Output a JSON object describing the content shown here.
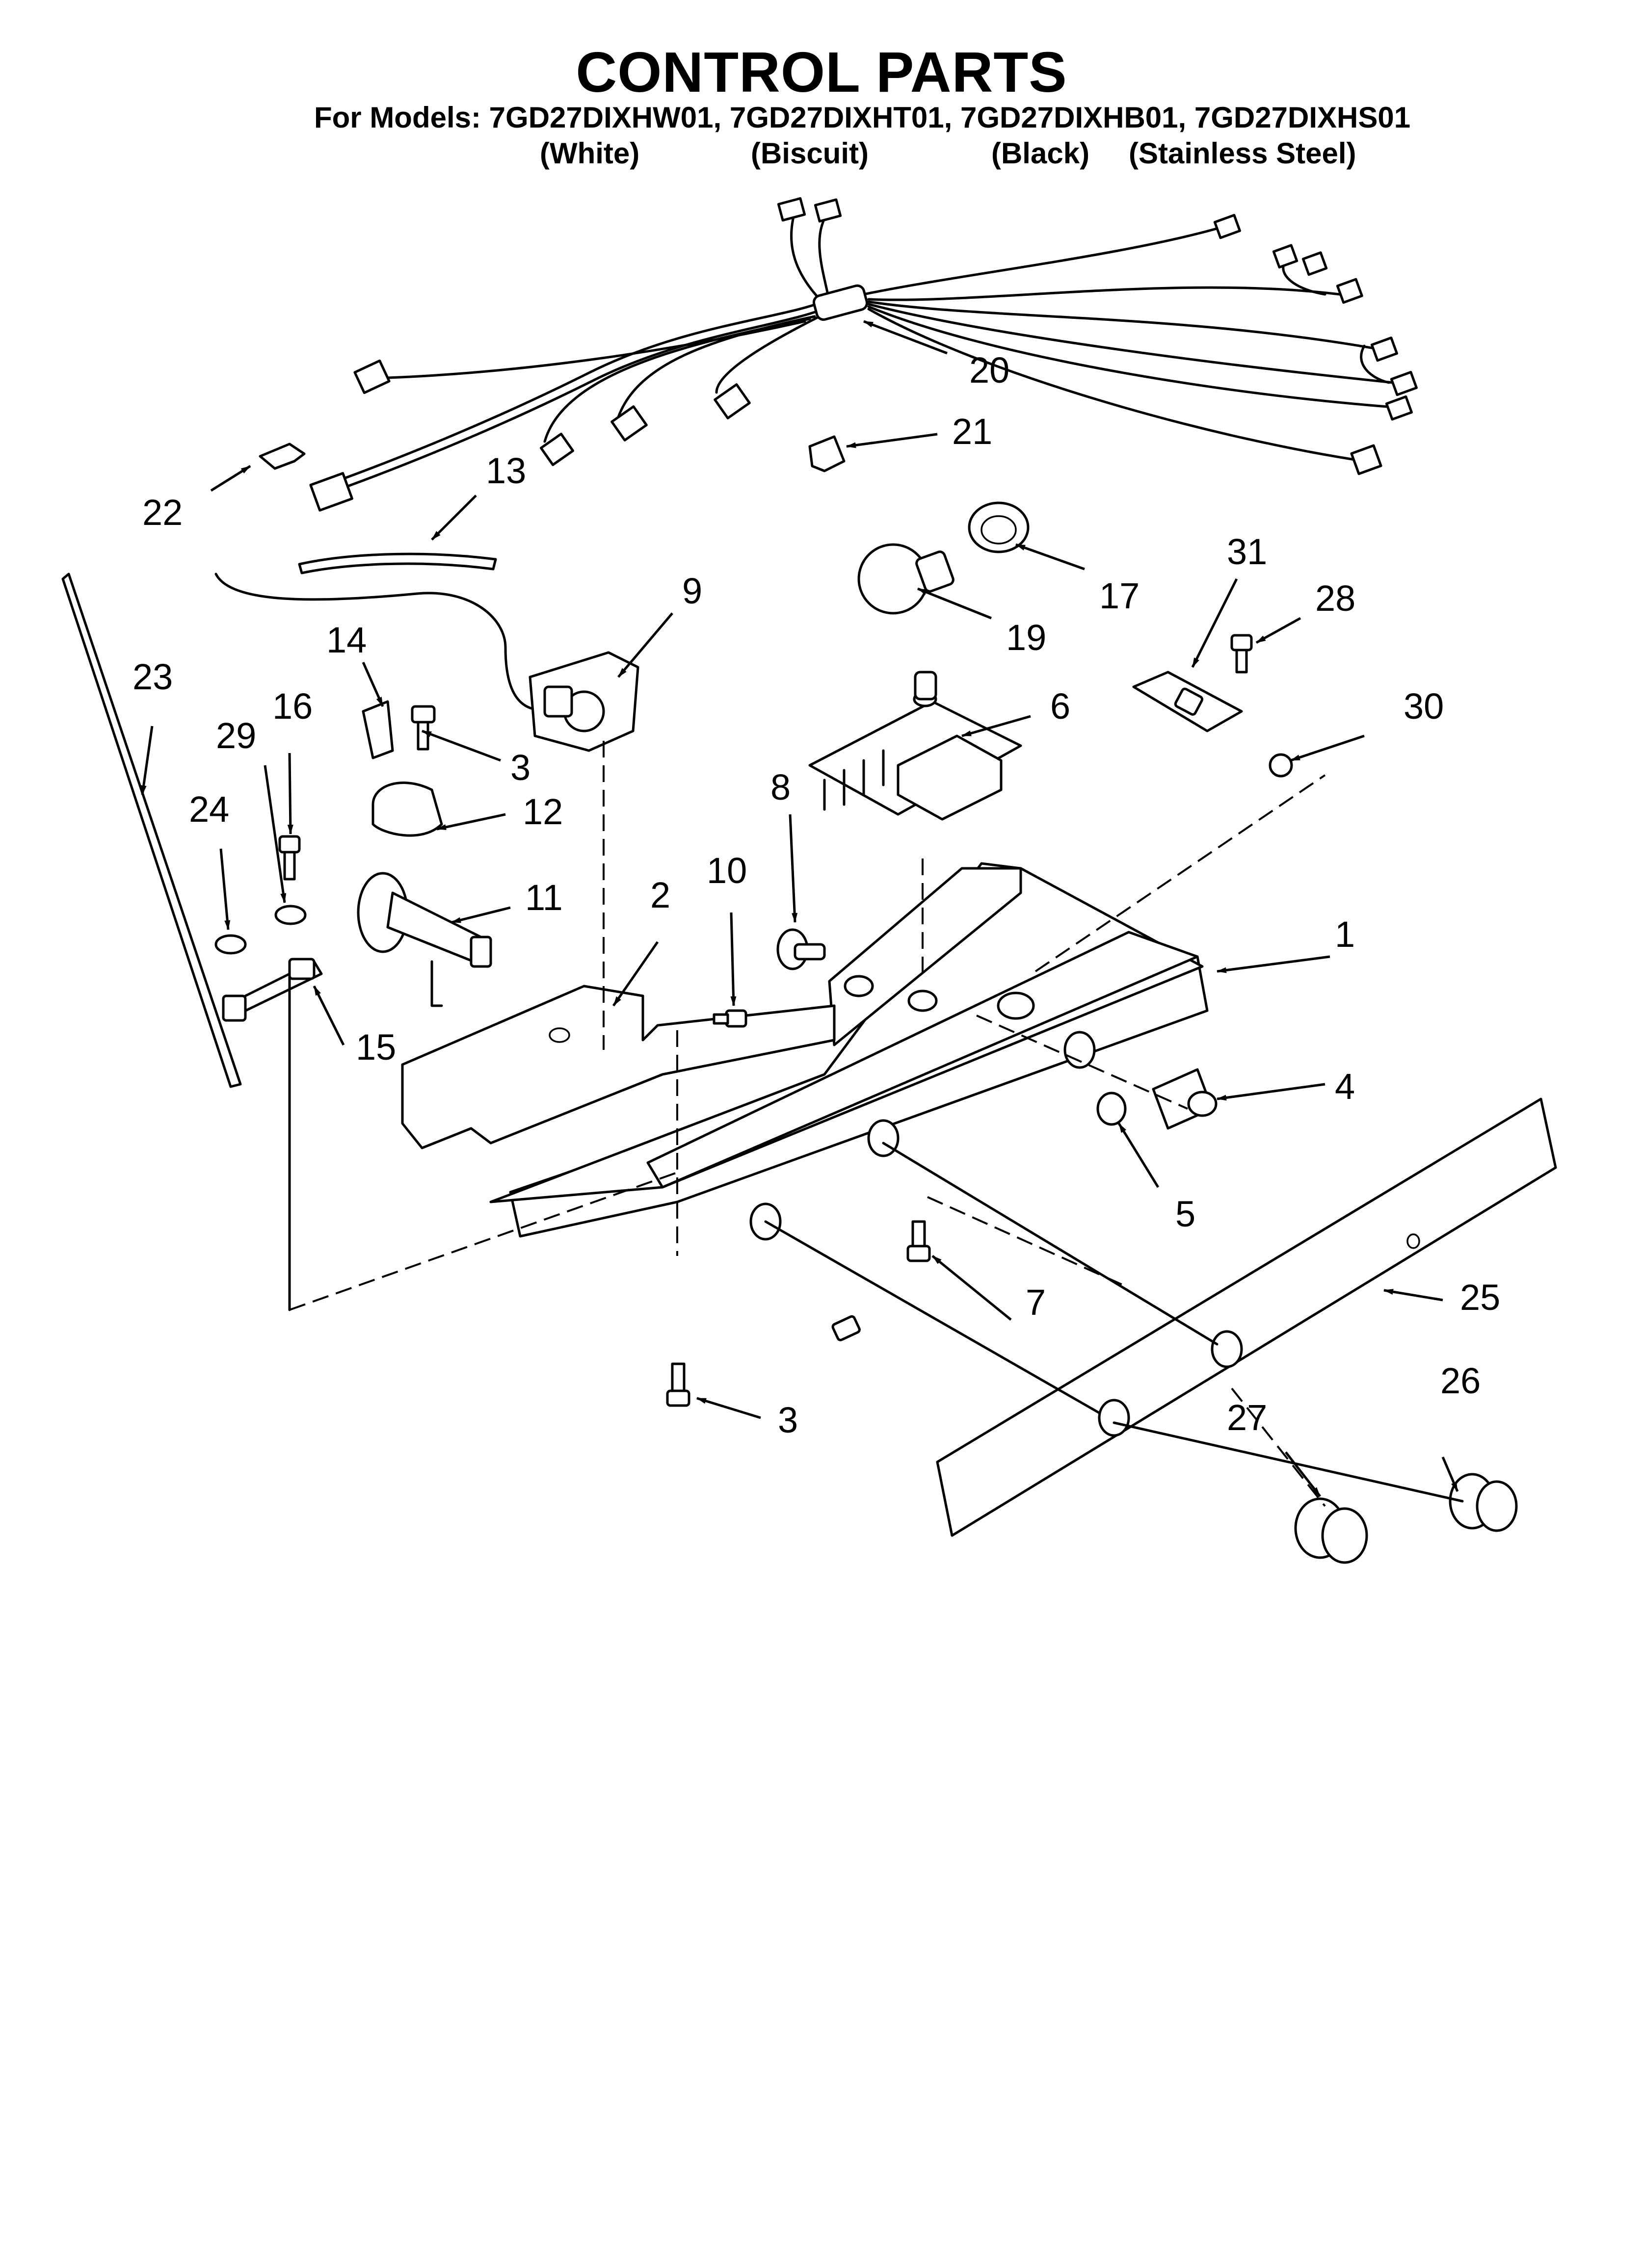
{
  "header": {
    "title": "CONTROL PARTS",
    "models_line": "For Models: 7GD27DIXHW01, 7GD27DIXHT01, 7GD27DIXHB01, 7GD27DIXHS01",
    "variants": [
      "(White)",
      "(Biscuit)",
      "(Black)",
      "(Stainless Steel)"
    ]
  },
  "callouts": {
    "c1": "1",
    "c2": "2",
    "c3a": "3",
    "c3b": "3",
    "c4": "4",
    "c5": "5",
    "c6": "6",
    "c7": "7",
    "c8": "8",
    "c9": "9",
    "c10": "10",
    "c11": "11",
    "c12": "12",
    "c13": "13",
    "c14": "14",
    "c15": "15",
    "c16": "16",
    "c17": "17",
    "c19": "19",
    "c20": "20",
    "c21": "21",
    "c22": "22",
    "c23": "23",
    "c24": "24",
    "c25": "25",
    "c26": "26",
    "c27": "27",
    "c28": "28",
    "c29": "29",
    "c30": "30",
    "c31": "31"
  }
}
